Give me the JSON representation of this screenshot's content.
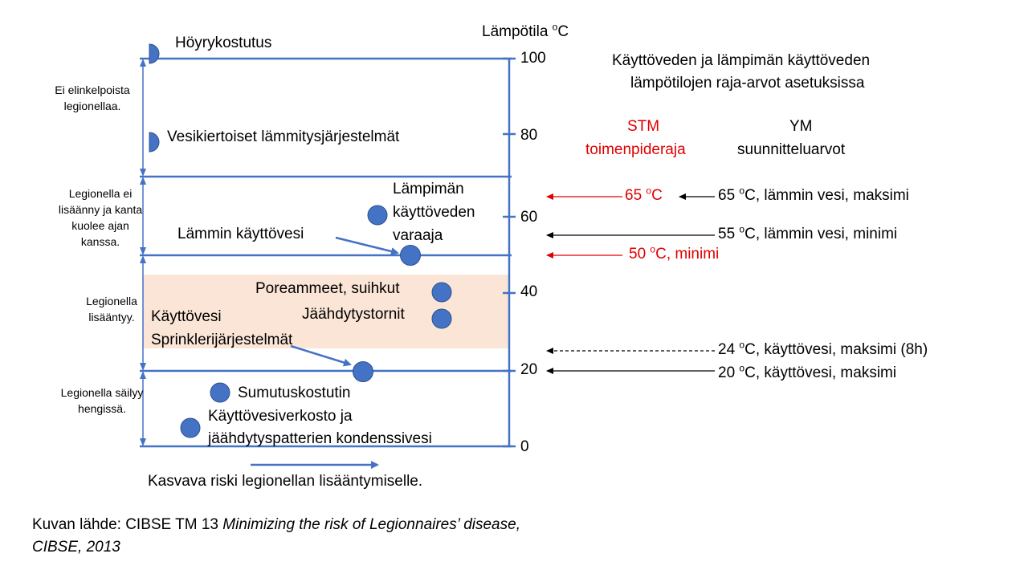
{
  "axis": {
    "title": "Lämpötila",
    "title_unit_sup": "o",
    "title_unit": "C",
    "ticks": [
      "100",
      "80",
      "60",
      "40",
      "20",
      "0"
    ]
  },
  "zones": [
    {
      "label": "Ei elinkelpoista legionellaa."
    },
    {
      "label": "Legionella ei lisäänny ja kanta kuolee ajan kanssa."
    },
    {
      "label": "Legionella lisääntyy."
    },
    {
      "label": "Legionella säilyy hengissä."
    }
  ],
  "items": {
    "hoyrykostutus": "Höyrykostutus",
    "vesikiertoiset": "Vesikiertoiset lämmitysjärjestelmät",
    "varaaja_line1": "Lämpimän",
    "varaaja_line2": "käyttöveden",
    "varaaja_line3": "varaaja",
    "lamminkayttovesi": "Lämmin käyttövesi",
    "poreammeet": "Poreammeet, suihkut",
    "jaahdytystornit": "Jäähdytystornit",
    "kayttovesi": "Käyttövesi",
    "sprinkleri": "Sprinklerijärjestelmät",
    "sumutuskostutin": "Sumutuskostutin",
    "verkosto_line1": "Käyttövesiverkosto ja",
    "verkosto_line2": "jäähdytyspatterien kondenssivesi"
  },
  "risk_label": "Kasvava riski legionellan lisääntymiselle.",
  "limits": {
    "title_line1": "Käyttöveden ja lämpimän käyttöveden",
    "title_line2": "lämpötilojen raja-arvot asetuksissa",
    "stm_line1": "STM",
    "stm_line2": "toimenpideraja",
    "ym_line1": "YM",
    "ym_line2": "suunnitteluarvot",
    "stm_65_num": "65",
    "stm_65_unit": "C",
    "stm_50_num": "50",
    "stm_50_unit": "C, minimi",
    "ym_65_num": "65",
    "ym_65_unit": "C, lämmin vesi, maksimi",
    "ym_55_num": "55",
    "ym_55_unit": "C, lämmin vesi, minimi",
    "ym_24_num": "24",
    "ym_24_unit": "C, käyttövesi, maksimi (8h)",
    "ym_20_num": "20",
    "ym_20_unit": "C, käyttövesi, maksimi",
    "deg_sup": "o"
  },
  "source": {
    "prefix": "Kuvan lähde: CIBSE TM 13 ",
    "italic_line1": "Minimizing the risk of Legionnaires’ disease,",
    "italic_line2": "CIBSE, 2013"
  },
  "colors": {
    "blue": "#4472c4",
    "red": "#e00000",
    "band": "#fbe5d6"
  }
}
